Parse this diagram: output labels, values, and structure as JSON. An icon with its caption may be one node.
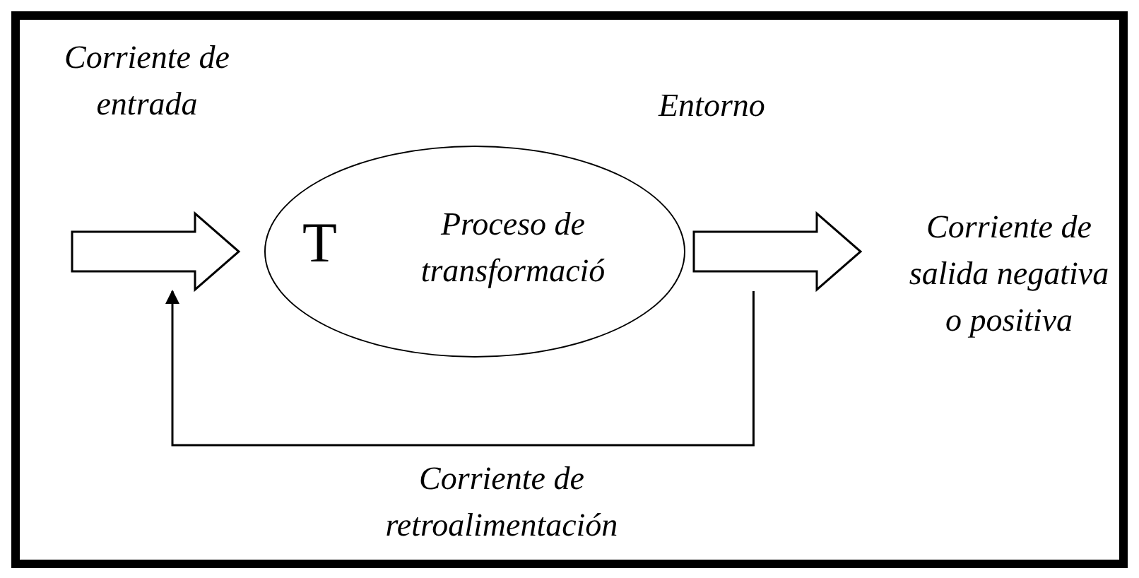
{
  "diagram": {
    "nodes": [
      {
        "text": [
          "Entorno"
        ]
      },
      {
        "text": [
          "Corriente de entrada"
        ],
        "in": 0
      },
      {
        "text": [],
        "shape": "arrow",
        "in": 0
      },
      {
        "text": [
          "T",
          "Proceso de transformació"
        ],
        "in": 0
      },
      {
        "text": [],
        "shape": "arrow",
        "in": 0
      },
      {
        "text": [
          "Corriente de salida negativa o positiva"
        ],
        "in": 0
      }
    ],
    "edges": [
      {
        "from": 4,
        "to": 2,
        "arrow": "to",
        "label": "Corriente de retroalimentación"
      }
    ]
  }
}
